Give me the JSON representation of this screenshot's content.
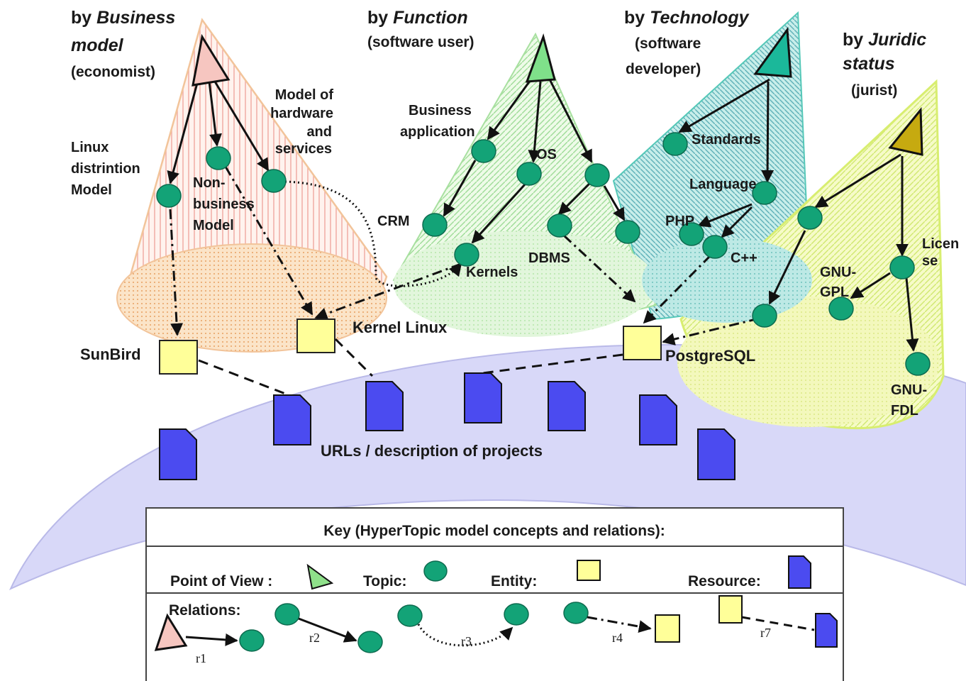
{
  "views": {
    "business": {
      "by": "by",
      "name_1": "Business",
      "name_2": "model",
      "role": "(economist)"
    },
    "function": {
      "by": "by",
      "name": "Function",
      "role": "(software user)"
    },
    "technology": {
      "by": "by",
      "name": "Technology",
      "role_1": "(software",
      "role_2": "developer)"
    },
    "juridic": {
      "by": "by",
      "name_1": "Juridic",
      "name_2": "status",
      "role": "(jurist)"
    }
  },
  "topics": {
    "linux_distribution_model": [
      "Linux",
      "distrintion",
      "Model"
    ],
    "non_business_model": [
      "Non-",
      "business",
      "Model"
    ],
    "model_hardware_services": [
      "Model of",
      "hardware",
      "and",
      "services"
    ],
    "business_application": [
      "Business",
      "application"
    ],
    "os": "OS",
    "crm": "CRM",
    "kernels": "Kernels",
    "dbms": "DBMS",
    "standards": "Standards",
    "language": "Language",
    "php": "PHP",
    "cpp": "C++",
    "license": [
      "Licen",
      "se"
    ],
    "gnu_gpl": [
      "GNU-",
      "GPL"
    ],
    "gnu_fdl": [
      "GNU-",
      "FDL"
    ]
  },
  "entities": {
    "sunbird": "SunBird",
    "kernel_linux": "Kernel Linux",
    "postgresql": "PostgreSQL"
  },
  "resources_label": "URLs / description of projects",
  "key": {
    "title": "Key (HyperTopic model concepts and relations):",
    "point_of_view": "Point of View :",
    "topic": "Topic:",
    "entity": "Entity:",
    "resource": "Resource:",
    "relations": "Relations:",
    "relation_labels": [
      "r1",
      "r2",
      "r3",
      "r4",
      "r7"
    ]
  },
  "colors": {
    "business_cone": "#f2c49a",
    "function_cone": "#9ee09a",
    "technology_cone": "#55c8b8",
    "juridic_cone": "#d8ee70",
    "topic": "#13a377",
    "entity": "#ffff99",
    "resource": "#4b4bf0",
    "resource_area": "#d8d8f8"
  }
}
